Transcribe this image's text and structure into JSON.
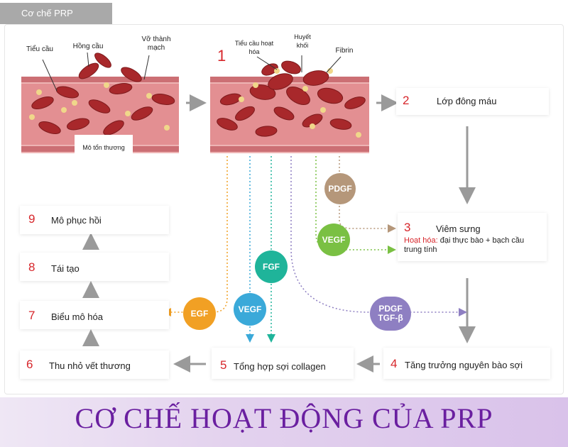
{
  "tab": {
    "label": "Cơ chế PRP"
  },
  "illustration_left": {
    "label_platelets": "Tiểu cầu",
    "label_rbc": "Hồng cầu",
    "label_vessel": "Vỡ thành mạch",
    "label_wound": "Mô tổn thương"
  },
  "illustration_right": {
    "label_activated": "Tiểu cầu hoạt hóa",
    "label_clot": "Huyết khối",
    "label_fibrin": "Fibrin",
    "step_number": "1"
  },
  "steps": [
    {
      "number": "2",
      "text": "Lớp đông máu"
    },
    {
      "number": "3",
      "text": "Viêm sưng",
      "sub_label": "Hoạt hóa:",
      "sub_text": "đại thực bào + bạch cầu trung tính"
    },
    {
      "number": "4",
      "text": "Tăng trưởng nguyên bào sợi"
    },
    {
      "number": "5",
      "text": "Tổng hợp sợi collagen"
    },
    {
      "number": "6",
      "text": "Thu nhỏ vết thương"
    },
    {
      "number": "7",
      "text": "Biểu mô hóa"
    },
    {
      "number": "8",
      "text": "Tái tạo"
    },
    {
      "number": "9",
      "text": "Mô phục hồi"
    }
  ],
  "factors": [
    {
      "label": "PDGF",
      "color": "#b5977a"
    },
    {
      "label": "VEGF",
      "color": "#7ac043"
    },
    {
      "label": "FGF",
      "color": "#1fb49a"
    },
    {
      "label": "VEGF",
      "color": "#3aa9d9"
    },
    {
      "label": "EGF",
      "color": "#f1a024"
    },
    {
      "label": "PDGF\nTGF-β",
      "color": "#8e7fc2"
    }
  ],
  "footer": {
    "title": "CƠ CHẾ HOẠT ĐỘNG CỦA PRP"
  },
  "colors": {
    "accent_red": "#d7262b",
    "title_purple": "#6a1fa0",
    "arrow_gray": "#9a9a9a",
    "tissue_pink": "#e7a4a4",
    "rbc_red": "#a8282b",
    "platelet_yellow": "#f0d78a"
  }
}
